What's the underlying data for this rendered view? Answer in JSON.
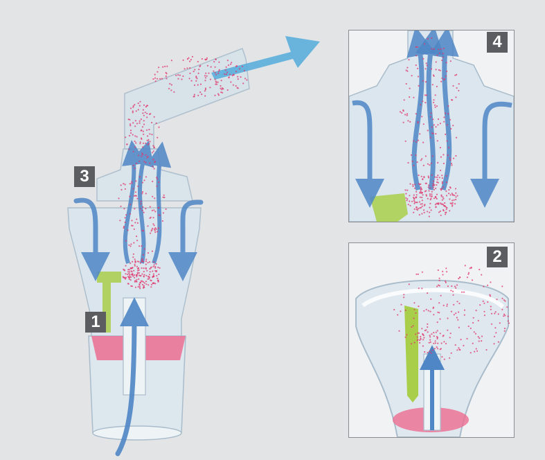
{
  "figure": {
    "steps": [
      {
        "number": "1",
        "color": "#5b5d60"
      },
      {
        "number": "2",
        "color": "#5b5d60"
      },
      {
        "number": "3",
        "color": "#5b5d60"
      },
      {
        "number": "4",
        "color": "#5b5d60"
      }
    ]
  },
  "colors": {
    "background": "#e3e4e6",
    "airflow_arrow": "#4f86c6",
    "output_arrow": "#5aaedc",
    "aerosol_particles": "#e0356b",
    "medication_liquid": "#ec6d90",
    "nozzle_part": "#a9cf4a",
    "housing": "#c9d8e3"
  },
  "icons": [
    "airflow-arrow-icon",
    "aerosol-output-arrow-icon",
    "aerosol-particles-icon"
  ]
}
